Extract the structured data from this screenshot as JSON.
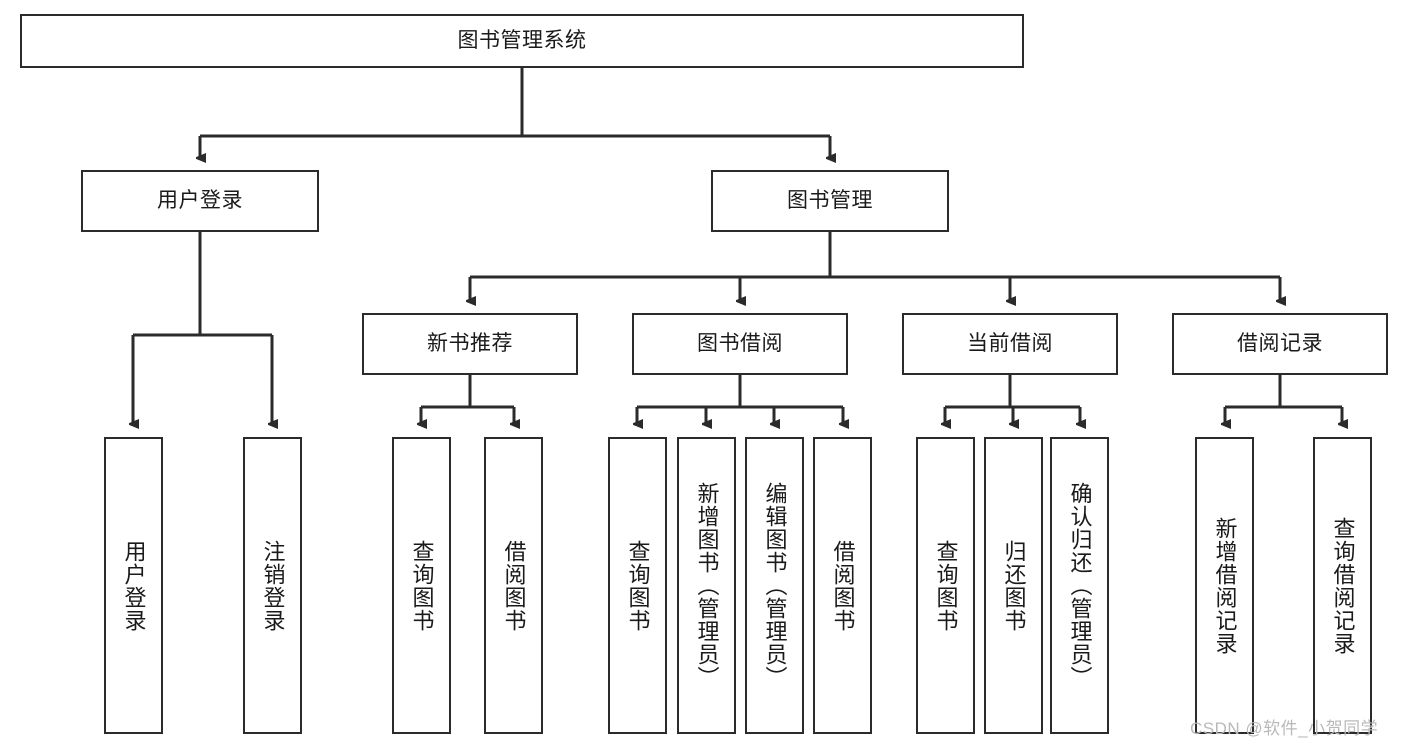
{
  "diagram": {
    "title": "图书管理系统",
    "type": "tree-hierarchy",
    "colors": {
      "node_border": "#2b2b2b",
      "node_fill": "#ffffff",
      "edge": "#2b2b2b",
      "text": "#1a1a1a",
      "watermark": "#b9b9b9"
    },
    "root": {
      "label": "图书管理系统"
    },
    "level1": [
      {
        "label": "用户登录"
      },
      {
        "label": "图书管理"
      }
    ],
    "level2": [
      {
        "label": "新书推荐"
      },
      {
        "label": "图书借阅"
      },
      {
        "label": "当前借阅"
      },
      {
        "label": "借阅记录"
      }
    ],
    "leaves": {
      "user_login": [
        {
          "label": "用户登录"
        },
        {
          "label": "注销登录"
        }
      ],
      "new_book_recommend": [
        {
          "label": "查询图书"
        },
        {
          "label": "借阅图书"
        }
      ],
      "book_borrow": [
        {
          "label": "查询图书"
        },
        {
          "label": "新增图书（管理员）"
        },
        {
          "label": "编辑图书（管理员）"
        },
        {
          "label": "借阅图书"
        }
      ],
      "current_borrow": [
        {
          "label": "查询图书"
        },
        {
          "label": "归还图书"
        },
        {
          "label": "确认归还（管理员）"
        }
      ],
      "borrow_record": [
        {
          "label": "新增借阅记录"
        },
        {
          "label": "查询借阅记录"
        }
      ]
    }
  },
  "watermark": {
    "text": "CSDN @软件_小贺同学"
  }
}
